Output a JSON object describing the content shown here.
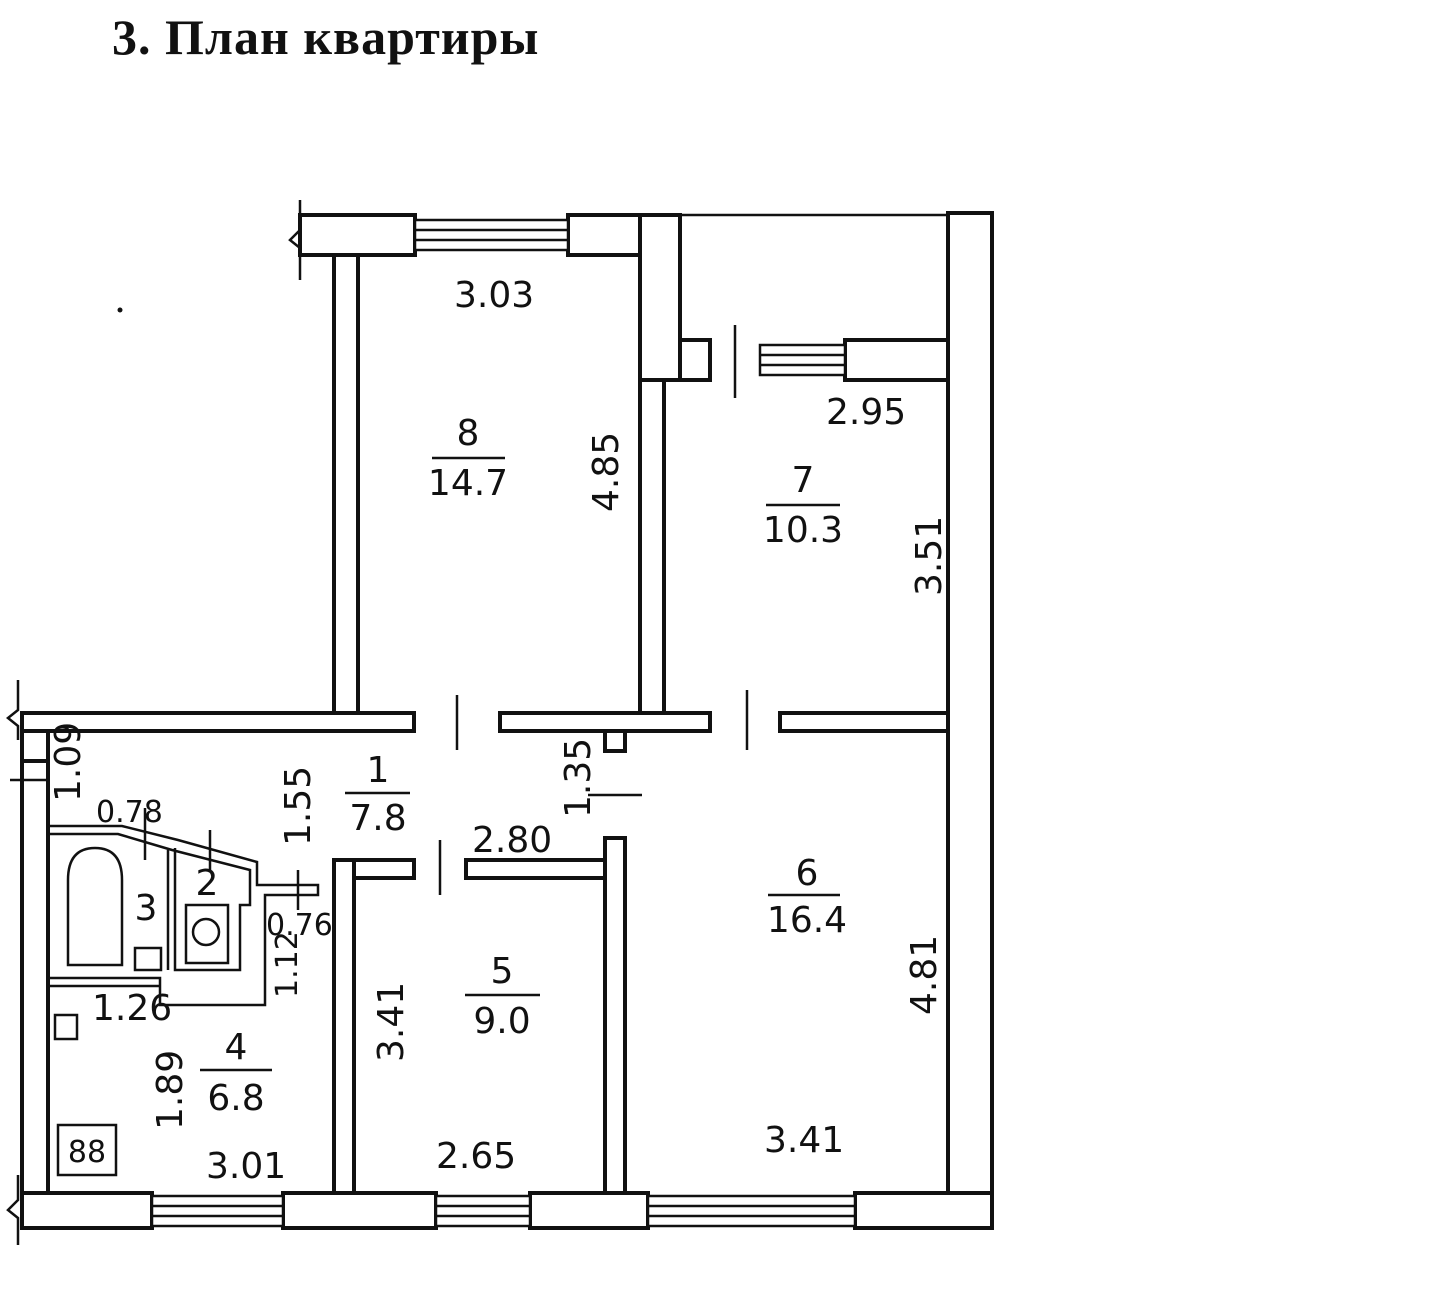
{
  "title": "3. План квартиры",
  "rooms": [
    {
      "no": "1",
      "area": "7.8"
    },
    {
      "no": "2",
      "area": ""
    },
    {
      "no": "3",
      "area": ""
    },
    {
      "no": "4",
      "area": "6.8"
    },
    {
      "no": "5",
      "area": "9.0"
    },
    {
      "no": "6",
      "area": "16.4"
    },
    {
      "no": "7",
      "area": "10.3"
    },
    {
      "no": "8",
      "area": "14.7"
    }
  ],
  "dimensions": {
    "r8_width": "3.03",
    "r8_length": "4.85",
    "r7_width": "2.95",
    "r7_length": "3.51",
    "r1_width": "1.55",
    "r1_corridor": "1.35",
    "r1_entry": "1.09",
    "r3_width": "0.78",
    "r2_width": "0.76",
    "r2_length": "1.12",
    "r5_width_top": "2.80",
    "r5_length": "3.41",
    "r5_width_bottom": "2.65",
    "r4_width": "1.26",
    "r4_length": "1.89",
    "r4_width_bottom": "3.01",
    "r6_length": "4.81",
    "r6_width": "3.41"
  },
  "stove_symbol": "88"
}
